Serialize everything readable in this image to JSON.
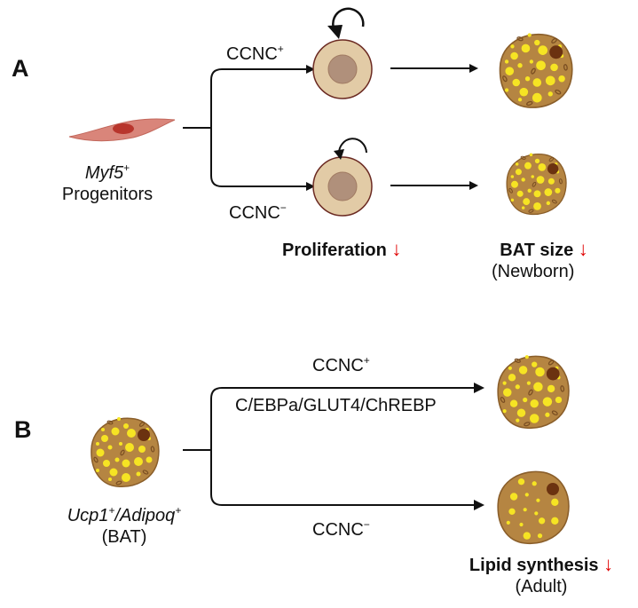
{
  "panel_a": {
    "label": "A",
    "source": {
      "name": "Myf5",
      "superscript": "+",
      "subtitle": "Progenitors"
    },
    "branches": [
      {
        "condition": "CCNC",
        "sign": "+"
      },
      {
        "condition": "CCNC",
        "sign": "−"
      }
    ],
    "outcomes": {
      "proliferation": {
        "label": "Proliferation",
        "trend": "↓"
      },
      "bat_size": {
        "label": "BAT size",
        "trend": "↓",
        "note": "(Newborn)"
      }
    }
  },
  "panel_b": {
    "label": "B",
    "source": {
      "name_part1": "Ucp1",
      "sup1": "+",
      "sep": "/",
      "name_part2": "Adipoq",
      "sup2": "+",
      "subtitle": "(BAT)"
    },
    "branches": [
      {
        "condition": "CCNC",
        "sign": "+",
        "pathway": "C/EBPa/GLUT4/ChREBP"
      },
      {
        "condition": "CCNC",
        "sign": "−"
      }
    ],
    "outcomes": {
      "lipid_synthesis": {
        "label": "Lipid synthesis",
        "trend": "↓",
        "note": "(Adult)"
      }
    }
  },
  "colors": {
    "trend_down": "#e00000",
    "progenitor_cell": "#d9857a",
    "progenitor_nucleus": "#b8352c",
    "stem_cell": "#e2cba6",
    "stem_nucleus": "#b0907b",
    "bat_cell": "#b58542",
    "lipid_droplet": "#f6e423",
    "bat_nucleus": "#6b3210"
  }
}
